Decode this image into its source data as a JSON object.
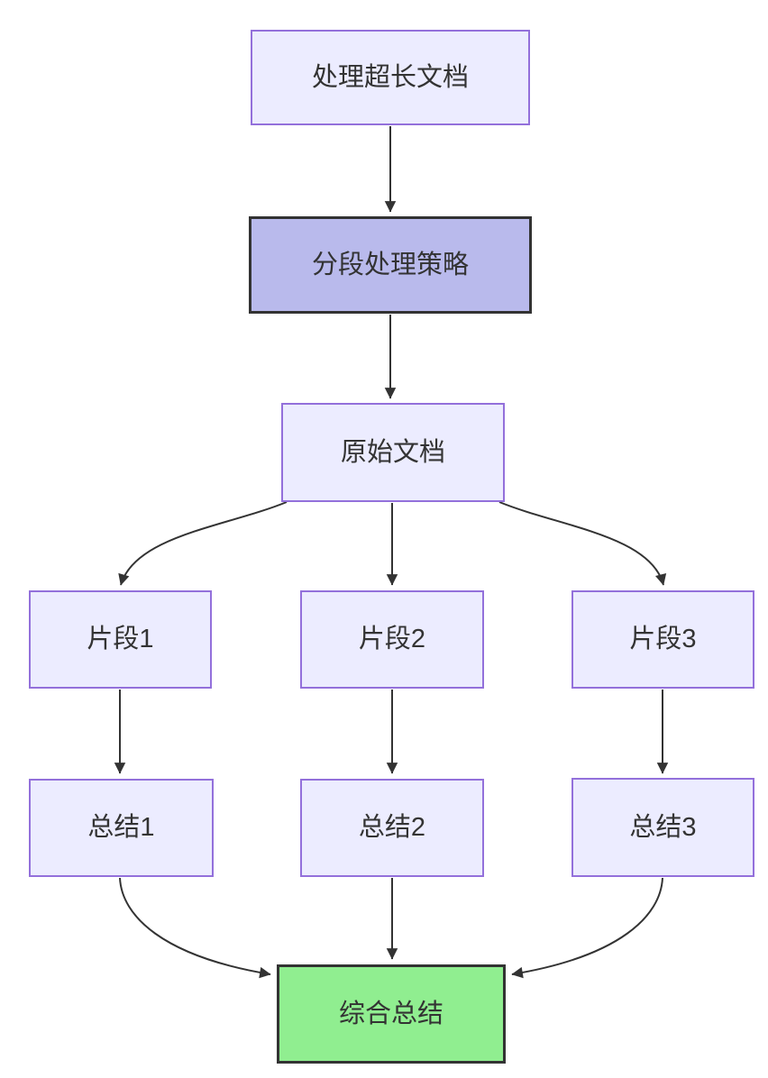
{
  "diagram": {
    "type": "flowchart",
    "direction": "top-down",
    "nodes": [
      {
        "id": "A",
        "label": "处理超长文档",
        "style": "default"
      },
      {
        "id": "B",
        "label": "分段处理策略",
        "style": "strategy"
      },
      {
        "id": "C",
        "label": "原始文档",
        "style": "default"
      },
      {
        "id": "D1",
        "label": "片段1",
        "style": "default"
      },
      {
        "id": "D2",
        "label": "片段2",
        "style": "default"
      },
      {
        "id": "D3",
        "label": "片段3",
        "style": "default"
      },
      {
        "id": "E1",
        "label": "总结1",
        "style": "default"
      },
      {
        "id": "E2",
        "label": "总结2",
        "style": "default"
      },
      {
        "id": "E3",
        "label": "总结3",
        "style": "default"
      },
      {
        "id": "F",
        "label": "综合总结",
        "style": "result"
      }
    ],
    "edges": [
      {
        "from": "处理超长文档",
        "to": "分段处理策略"
      },
      {
        "from": "分段处理策略",
        "to": "原始文档"
      },
      {
        "from": "原始文档",
        "to": "片段1"
      },
      {
        "from": "原始文档",
        "to": "片段2"
      },
      {
        "from": "原始文档",
        "to": "片段3"
      },
      {
        "from": "片段1",
        "to": "总结1"
      },
      {
        "from": "片段2",
        "to": "总结2"
      },
      {
        "from": "片段3",
        "to": "总结3"
      },
      {
        "from": "总结1",
        "to": "综合总结"
      },
      {
        "from": "总结2",
        "to": "综合总结"
      },
      {
        "from": "总结3",
        "to": "综合总结"
      }
    ],
    "colors": {
      "background": "#FFFFFF",
      "node_fill": "#ECECFF",
      "node_border": "#9370DB",
      "strategy_fill": "#B9BAEC",
      "strategy_border": "#333333",
      "result_fill": "#90EE90",
      "result_border": "#333333",
      "edge": "#333333",
      "text": "#333333"
    }
  }
}
